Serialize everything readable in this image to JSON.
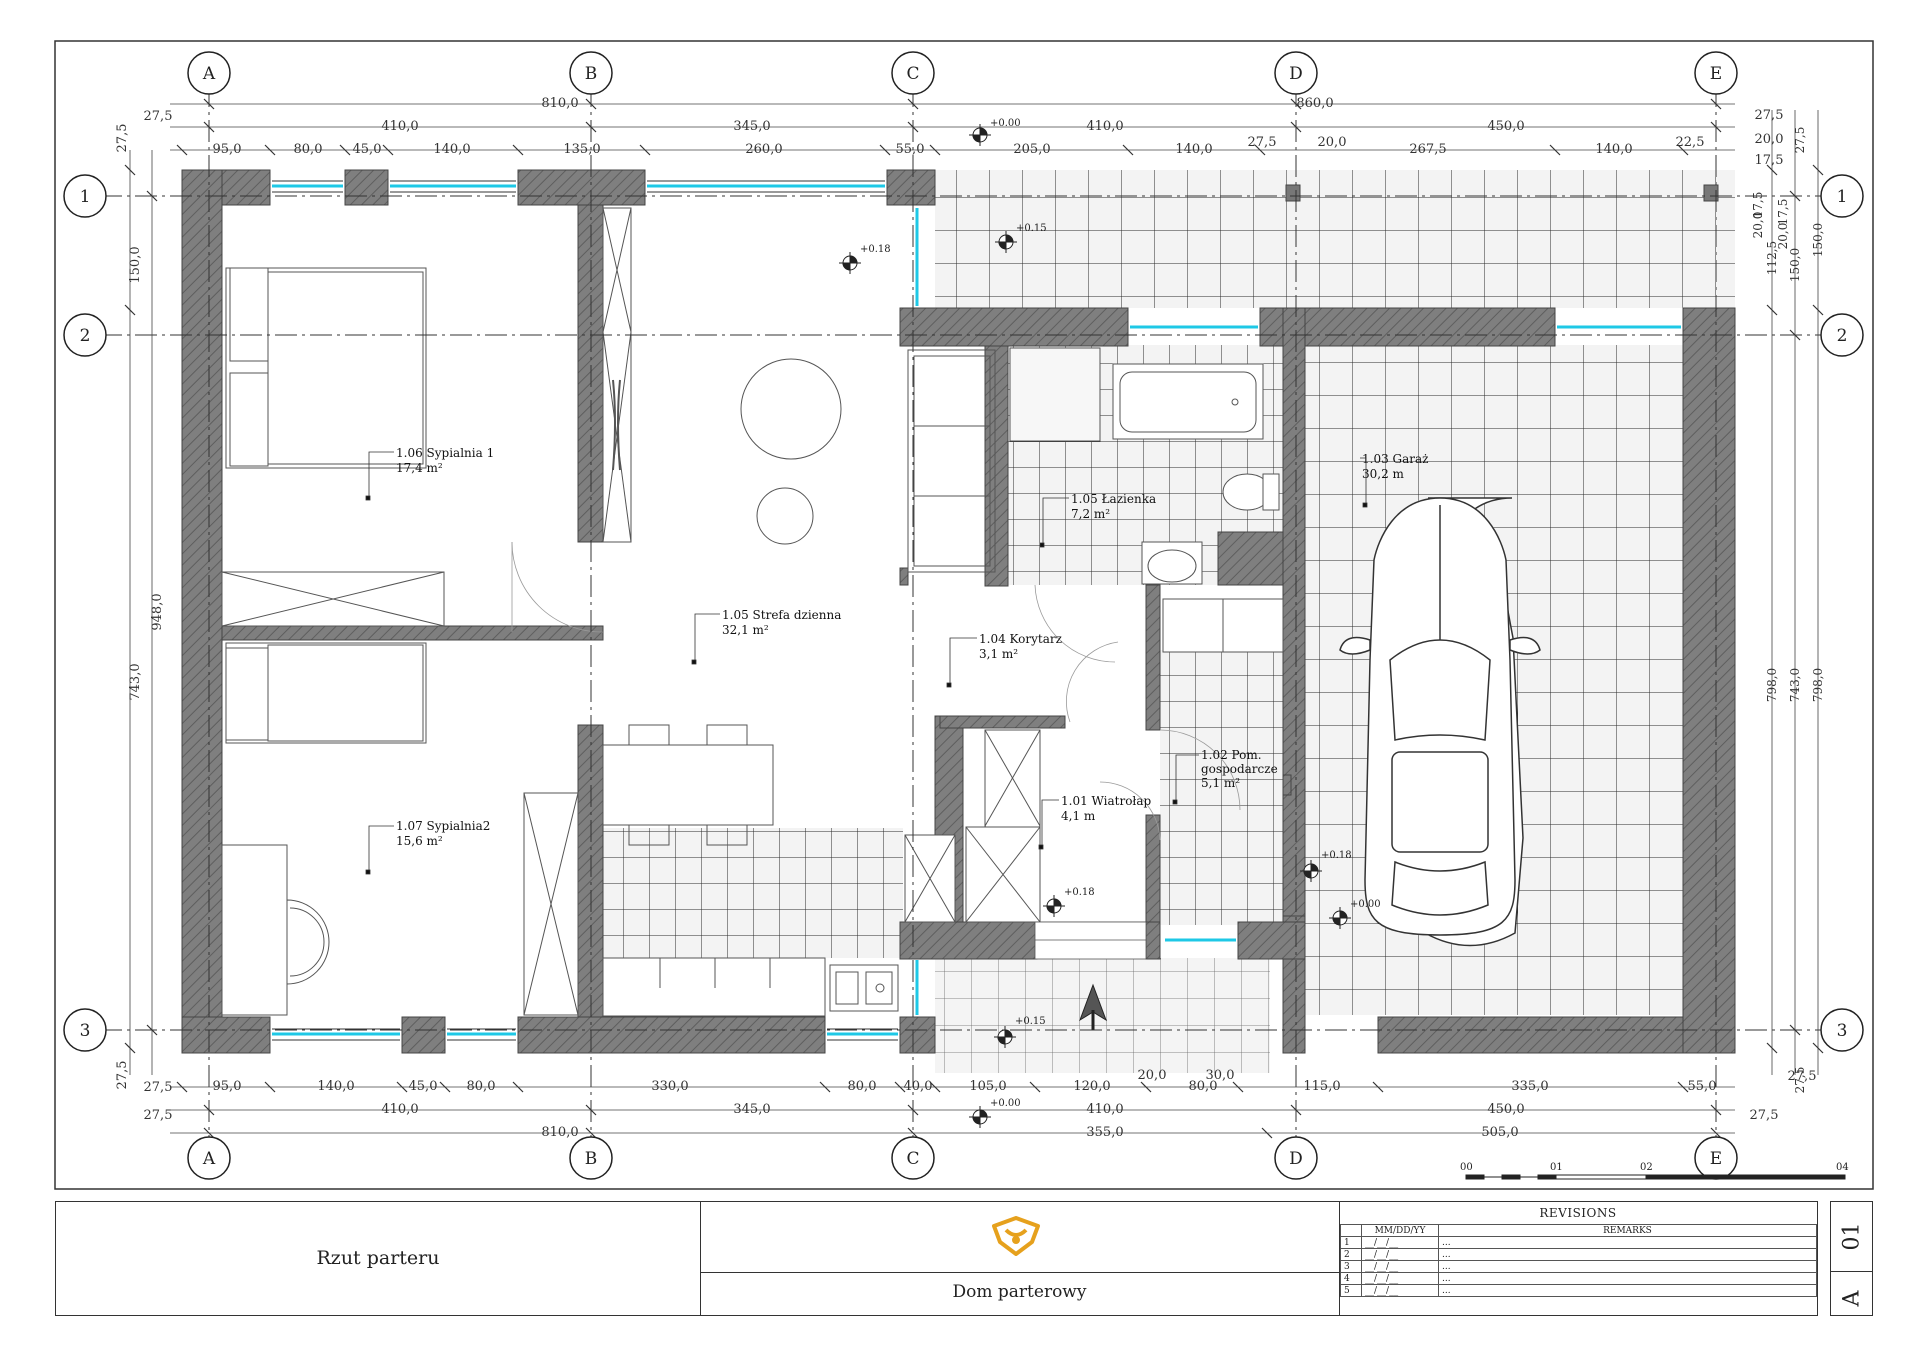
{
  "drawing": {
    "axes_top": [
      "A",
      "B",
      "C",
      "D",
      "E"
    ],
    "axes_bottom": [
      "A",
      "B",
      "C",
      "D",
      "E"
    ],
    "axes_left": [
      "1",
      "2",
      "3"
    ],
    "axes_right": [
      "1",
      "2",
      "3"
    ],
    "colors": {
      "wall": "#7f7f7f",
      "window": "#1ec8e6",
      "tile": "#f2f2f2",
      "line": "#333333"
    }
  },
  "rooms": [
    {
      "id": "1.06",
      "name": "1.06 Sypialnia 1",
      "area": "17,4 m²"
    },
    {
      "id": "1.07",
      "name": "1.07 Sypialnia2",
      "area": "15,6 m²"
    },
    {
      "id": "1.05",
      "name": "1.05 Strefa dzienna",
      "area": "32,1 m²"
    },
    {
      "id": "1.04",
      "name": "1.04 Korytarz",
      "area": "3,1 m²"
    },
    {
      "id": "1.05b",
      "name": "1.05 Łazienka",
      "area": "7,2 m²"
    },
    {
      "id": "1.03",
      "name": "1.03 Garaż",
      "area": "30,2 m"
    },
    {
      "id": "1.02",
      "name": "1.02 Pom.",
      "name2": "gospodarcze",
      "area": "5,1 m²"
    },
    {
      "id": "1.01",
      "name": "1.01 Wiatrołap",
      "area": "4,1 m"
    }
  ],
  "levels": [
    "+0.00",
    "+0.18",
    "+0.15",
    "+0.18",
    "+0.18",
    "+0.00",
    "+0.15",
    "+0.00"
  ],
  "dims_top": {
    "overall": [
      "810,0",
      "860,0"
    ],
    "secondary": [
      "410,0",
      "345,0",
      "410,0",
      "450,0"
    ],
    "detail": [
      "95,0",
      "80,0",
      "45,0",
      "140,0",
      "135,0",
      "260,0",
      "55,0",
      "205,0",
      "140,0",
      "27,5",
      "20,0",
      "267,5",
      "140,0",
      "22,5"
    ],
    "offsets": [
      "27,5",
      "27,5",
      "20,0",
      "17,5"
    ]
  },
  "dims_bottom": {
    "detail": [
      "95,0",
      "140,0",
      "45,0",
      "80,0",
      "330,0",
      "80,0",
      "40,0",
      "105,0",
      "120,0",
      "20,0",
      "80,0",
      "30,0",
      "115,0",
      "335,0",
      "55,0"
    ],
    "secondary": [
      "410,0",
      "345,0",
      "410,0",
      "450,0"
    ],
    "overall": [
      "810,0",
      "355,0",
      "505,0"
    ],
    "offsets": [
      "27,5",
      "27,5",
      "27,5",
      "27,5"
    ]
  },
  "dims_left": [
    "27,5",
    "150,0",
    "948,0",
    "743,0",
    "27,5"
  ],
  "dims_right": [
    "27,5",
    "20,0",
    "17,5",
    "17,5",
    "20,0",
    "112,5",
    "150,0",
    "150,0",
    "798,0",
    "743,0",
    "798,0",
    "27,5"
  ],
  "scale_bar": [
    "00",
    "01",
    "02",
    "04"
  ],
  "title_block": {
    "sheet_title": "Rzut parteru",
    "project_title": "Dom parterowy",
    "revisions_title": "REVISIONS",
    "rev_col_date": "MM/DD/YY",
    "rev_col_remarks": "REMARKS",
    "rev_rows": [
      {
        "n": "1",
        "date": "__/__/__",
        "remark": "..."
      },
      {
        "n": "2",
        "date": "__/__/__",
        "remark": "..."
      },
      {
        "n": "3",
        "date": "__/__/__",
        "remark": "..."
      },
      {
        "n": "4",
        "date": "__/__/__",
        "remark": "..."
      },
      {
        "n": "5",
        "date": "__/__/__",
        "remark": "..."
      }
    ],
    "sheet_number": "01",
    "sheet_series": "A"
  }
}
